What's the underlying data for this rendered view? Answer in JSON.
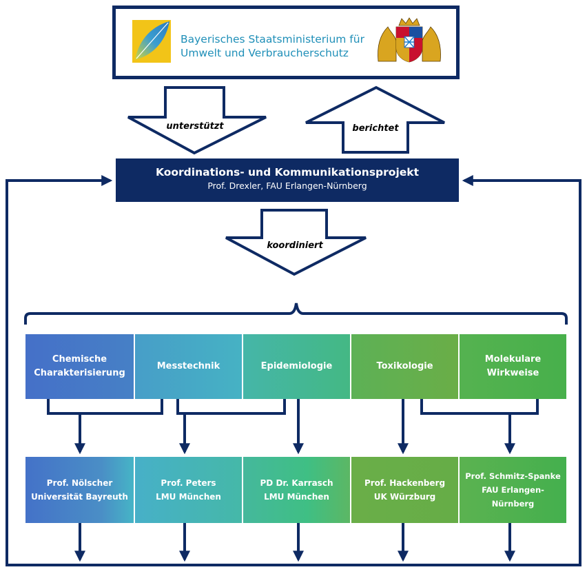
{
  "ministry": {
    "name_line1": "Bayerisches Staatsministerium für",
    "name_line2": "Umwelt und Verbraucherschutz",
    "logo_icon": "ministry-leaf-logo-icon",
    "coat_icon": "bavarian-coat-of-arms-icon"
  },
  "arrows": {
    "supports": "unterstützt",
    "reports": "berichtet",
    "coordinates": "koordiniert"
  },
  "coordination": {
    "title": "Koordinations- und Kommunikationsprojekt",
    "subtitle": "Prof. Drexler, FAU Erlangen-Nürnberg"
  },
  "departments": [
    {
      "label": "Chemische\nCharakterisierung",
      "color": "#4472c4"
    },
    {
      "label": "Messtechnik",
      "color": "#47aec8"
    },
    {
      "label": "Epidemiologie",
      "color": "#44b88c"
    },
    {
      "label": "Toxikologie",
      "color": "#6aae47"
    },
    {
      "label": "Molekulare\nWirkweise",
      "color": "#4cb24c"
    }
  ],
  "professors": [
    {
      "label": "Prof. Nölscher\nUniversität Bayreuth"
    },
    {
      "label": "Prof. Peters\nLMU München"
    },
    {
      "label": "PD Dr. Karrasch\nLMU München"
    },
    {
      "label": "Prof. Hackenberg\nUK Würzburg"
    },
    {
      "label": "Prof. Schmitz-Spanke\nFAU Erlangen-\nNürnberg"
    }
  ],
  "colors": {
    "navy": "#0e2a63",
    "ministry_text": "#1f8fb8"
  }
}
